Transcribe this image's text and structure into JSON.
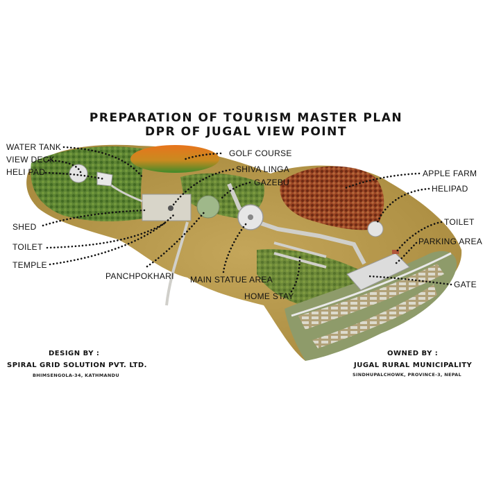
{
  "title": {
    "line1": "PREPARATION OF TOURISM MASTER PLAN",
    "line2": "DPR OF JUGAL VIEW POINT"
  },
  "labels": {
    "water_tank": "WATER TANK",
    "view_deck": "VIEW DECK",
    "heli_pad": "HELI PAD",
    "golf_course": "GOLF COURSE",
    "shiva_linga": "SHIVA LINGA",
    "gazebu": "GAZEBU",
    "apple_farm": "APPLE FARM",
    "helipad": "HELIPAD",
    "shed": "SHED",
    "toilet_left": "TOILET",
    "temple": "TEMPLE",
    "panchpokhari": "PANCHPOKHARI",
    "main_statue_area": "MAIN STATUE AREA",
    "home_stay": "HOME STAY",
    "toilet_right": "TOILET",
    "parking_area": "PARKING AREA",
    "gate": "GATE"
  },
  "footer": {
    "design_by_heading": "DESIGN BY :",
    "designer_name": "SPIRAL GRID SOLUTION PVT. LTD.",
    "designer_address": "BHIMSENGOLA-34, KATHMANDU",
    "owned_by_heading": "OWNED BY :",
    "owner_name": "JUGAL RURAL MUNICIPALITY",
    "owner_address": "SINDHUPALCHOWK, PROVINCE-3, NEPAL"
  },
  "colors": {
    "terrain": "#b89a4a",
    "forest": "#4f7a2e",
    "apple_farm": "#8b3a1f",
    "golf_course": "#e07a1f",
    "path": "#c9c9c9"
  }
}
